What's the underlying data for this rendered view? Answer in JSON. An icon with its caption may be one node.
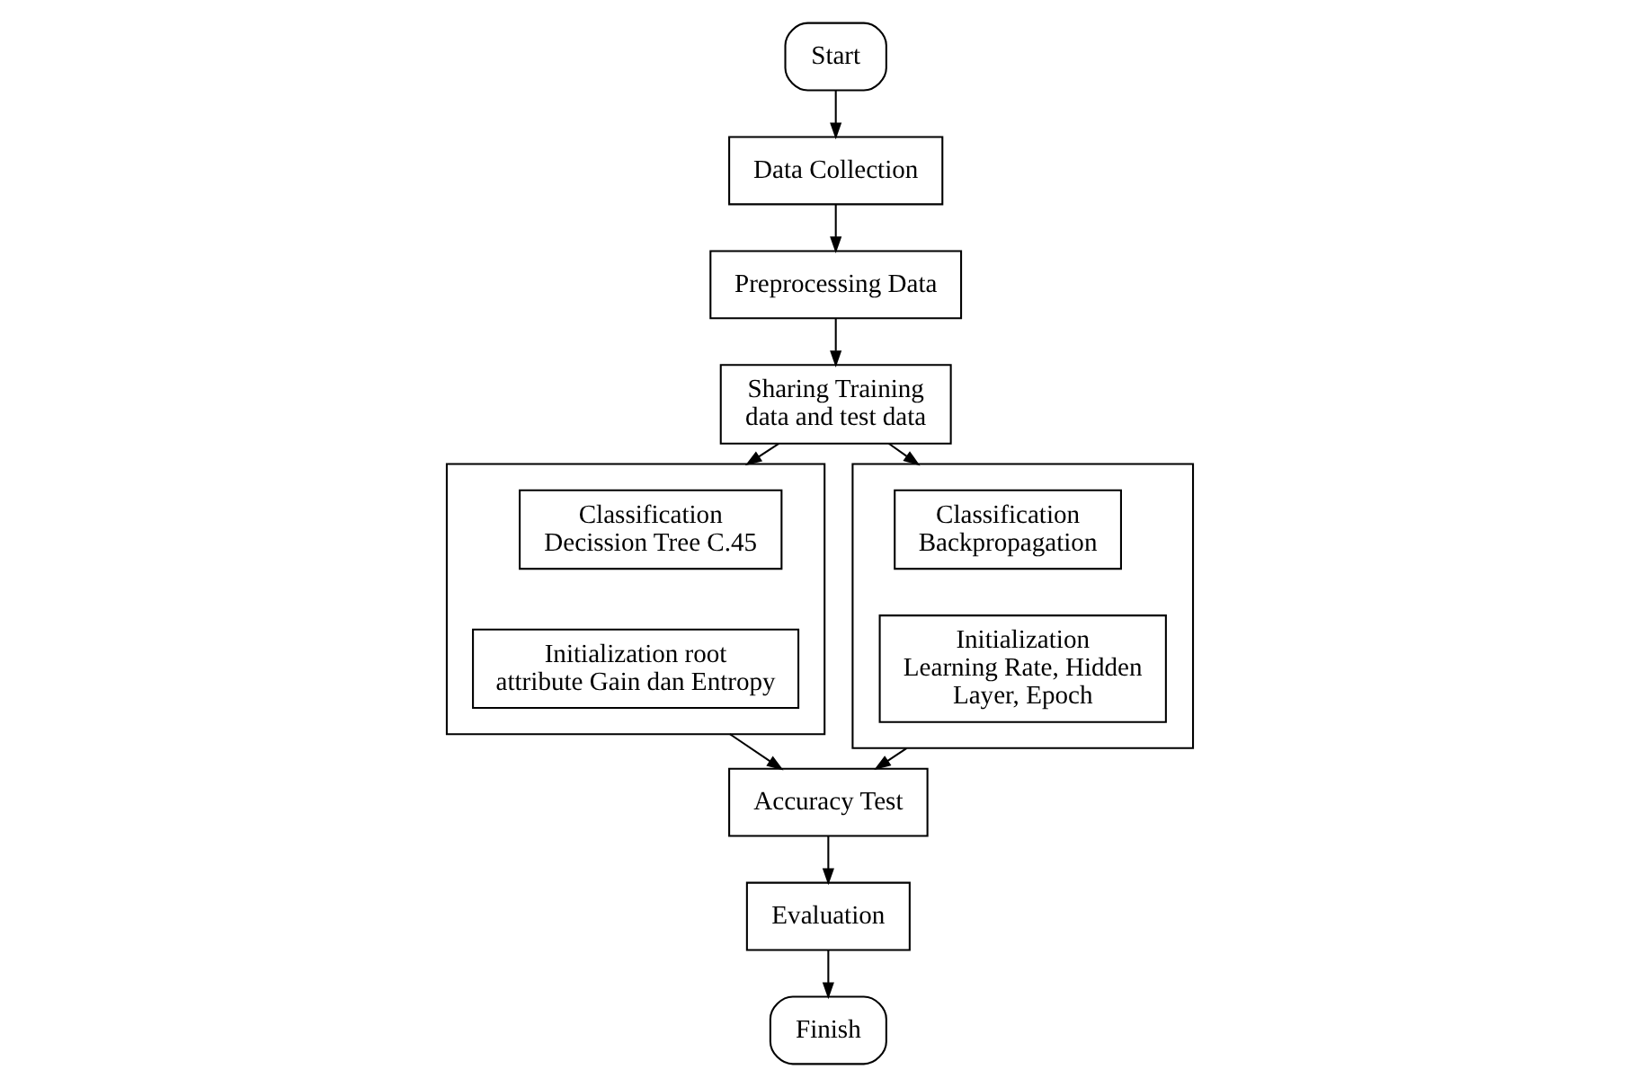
{
  "diagram": {
    "nodes": [
      {
        "text": [
          "Start"
        ]
      },
      {
        "text": [
          "Data Collection"
        ]
      },
      {
        "text": [
          "Preprocessing Data"
        ]
      },
      {
        "text": [
          "Sharing Training data and test data"
        ]
      },
      {
        "text": [],
        "shape": "box"
      },
      {
        "text": [
          "Classification Decission Tree C.45"
        ],
        "in": 4
      },
      {
        "text": [
          "Initialization root attribute Gain dan Entropy"
        ],
        "in": 4
      },
      {
        "text": [],
        "shape": "box"
      },
      {
        "text": [
          "Classification Backpropagation"
        ],
        "in": 7
      },
      {
        "text": [
          "Initialization Learning Rate, Hidden Layer, Epoch"
        ],
        "in": 7
      },
      {
        "text": [
          "Accuracy Test"
        ]
      },
      {
        "text": [
          "Evaluation"
        ]
      },
      {
        "text": [
          "Finish"
        ]
      }
    ],
    "edges": [
      {
        "from": 0,
        "to": 1,
        "arrow": "to"
      },
      {
        "from": 1,
        "to": 2,
        "arrow": "to"
      },
      {
        "from": 2,
        "to": 3,
        "arrow": "to"
      },
      {
        "from": 3,
        "to": 4,
        "arrow": "to"
      },
      {
        "from": 3,
        "to": 7,
        "arrow": "to"
      },
      {
        "from": 4,
        "to": 10,
        "arrow": "to"
      },
      {
        "from": 7,
        "to": 10,
        "arrow": "to"
      },
      {
        "from": 10,
        "to": 11,
        "arrow": "to"
      },
      {
        "from": 11,
        "to": 12,
        "arrow": "to"
      }
    ]
  }
}
